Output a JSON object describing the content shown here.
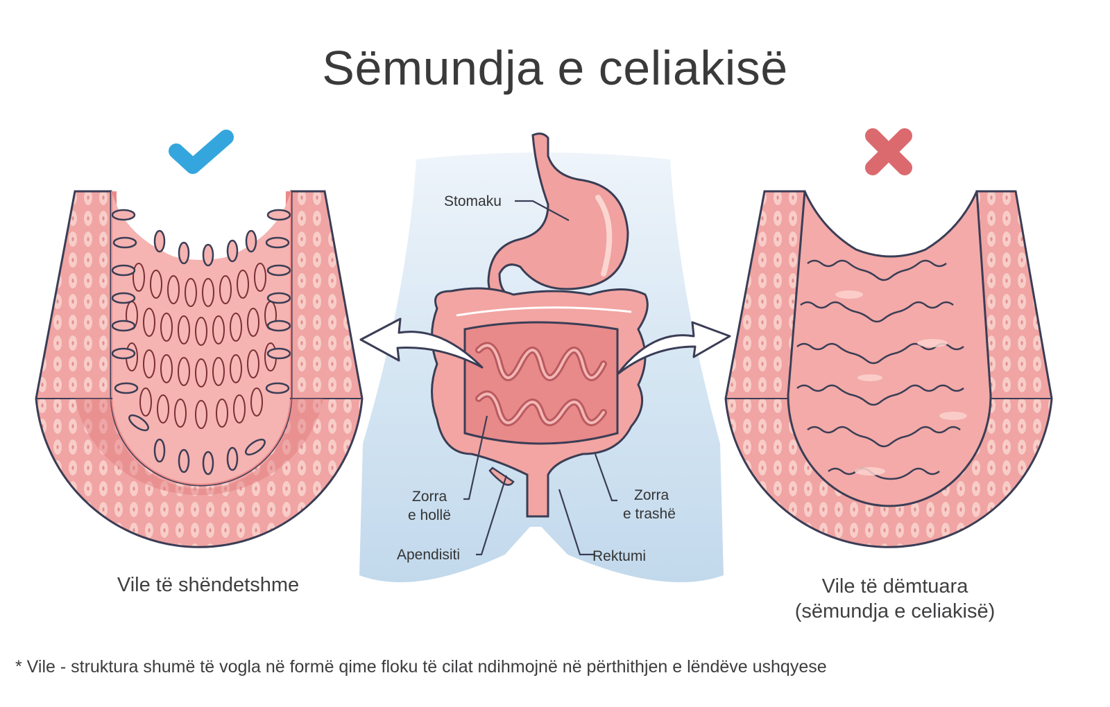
{
  "title": "Sëmundja e celiakisë",
  "panels": {
    "healthy": {
      "status_icon": "check-icon",
      "status_color": "#34a6dd",
      "caption": "Vile të shëndetshme"
    },
    "damaged": {
      "status_icon": "cross-icon",
      "status_color": "#db6a6f",
      "caption_line1": "Vile të dëmtuara",
      "caption_line2": "(sëmundja e celiakisë)"
    }
  },
  "organ_labels": {
    "stomach": "Stomaku",
    "small_intestine_line1": "Zorra",
    "small_intestine_line2": "e hollë",
    "large_intestine_line1": "Zorra",
    "large_intestine_line2": "e trashë",
    "appendix": "Apendisiti",
    "rectum": "Rektumi"
  },
  "footnote": "* Vile - struktura shumë të vogla në formë qime floku të cilat ndihmojnë në përthithjen e lëndëve ushqyese",
  "colors": {
    "tissue_outer": "#f0a1a0",
    "tissue_inner": "#e57f80",
    "tissue_light": "#f8c4c0",
    "outline": "#3a3d55",
    "body_silhouette": "#c7dcee",
    "check_blue": "#34a6dd",
    "cross_red": "#db6a6f"
  }
}
